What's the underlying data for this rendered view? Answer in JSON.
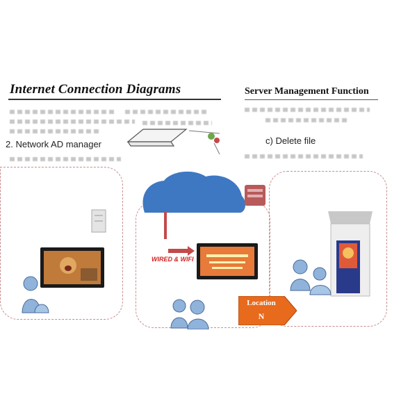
{
  "header": {
    "left_title": "Internet Connection Diagrams",
    "right_title": "Server Management Function"
  },
  "labels": {
    "network_ad_manager": "2. Network AD manager",
    "delete_file": "c)  Delete  file",
    "wired_wifi": "WIRED & WIFI",
    "location_line1": "Location",
    "location_line2": "N"
  },
  "icons": [
    "laptop-icon",
    "cloud-icon",
    "server-icon",
    "tv-icon",
    "user-group-icon",
    "kiosk-icon",
    "location-sign-icon"
  ],
  "colors": {
    "zone_border": "#c98c8c",
    "cloud": "#3e78c2",
    "location_sign": "#e86a1c",
    "user_icon": "#8fb3da"
  }
}
